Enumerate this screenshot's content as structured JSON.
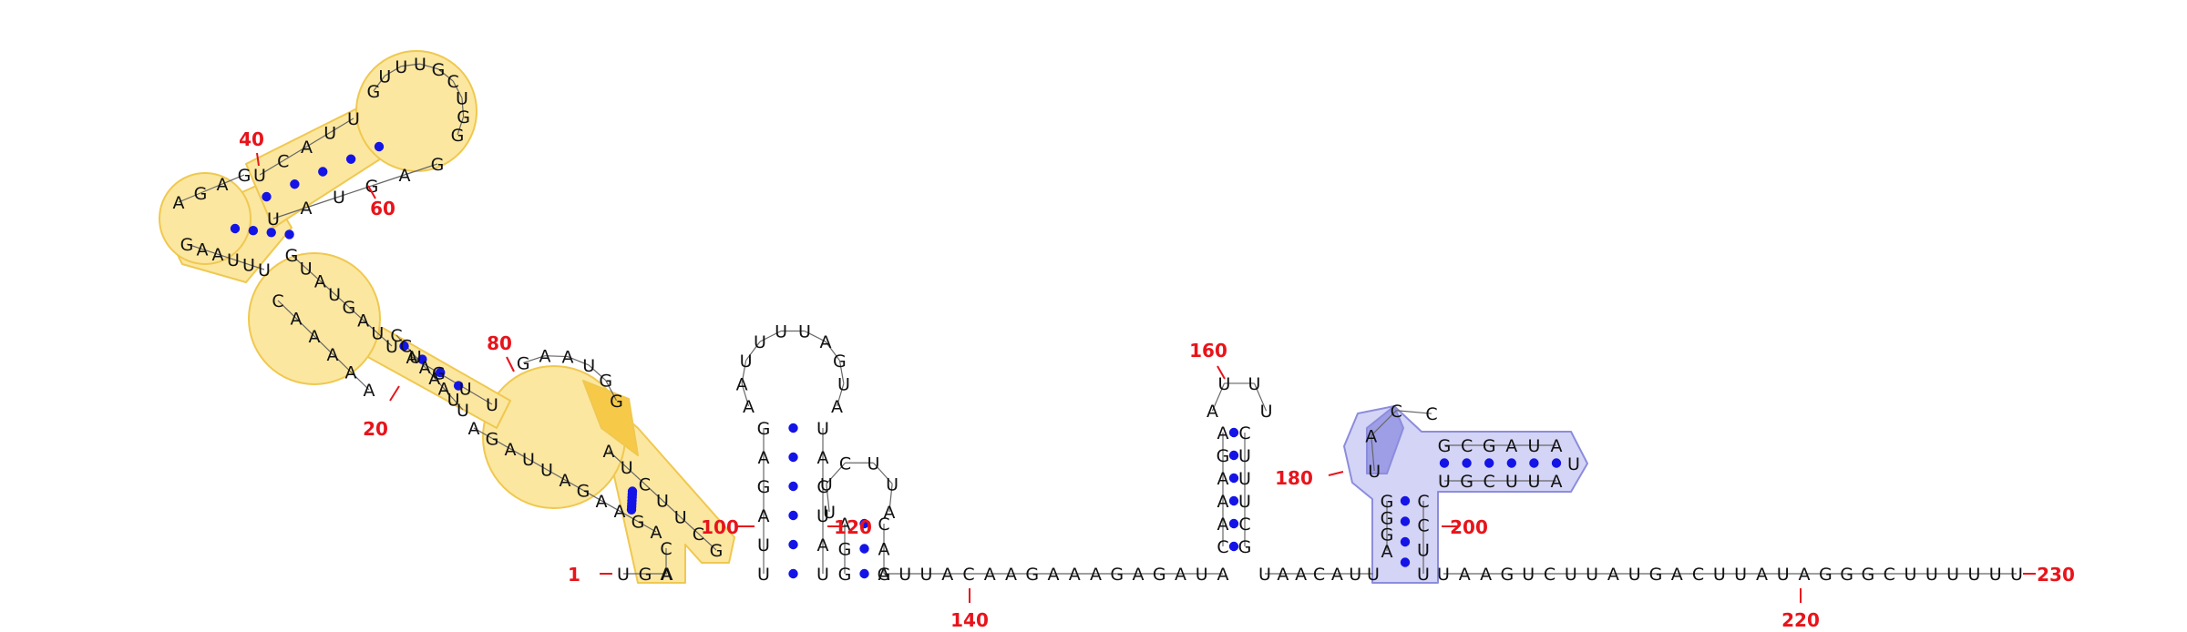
{
  "colors": {
    "highlight_yellow": "#fbe7a0",
    "highlight_yellow_stroke": "#f0c850",
    "highlight_yellow_strong": "#f7c948",
    "highlight_blue": "#d4d4f6",
    "highlight_blue_stroke": "#8c8cdd",
    "highlight_blue_strong": "#9e9ee6",
    "base_pair": "#1414e6",
    "position_label": "#e8141b",
    "nucleotide": "#111111",
    "backbone": "#666666"
  },
  "position_labels": [
    "1",
    "20",
    "40",
    "60",
    "80",
    "100",
    "120",
    "140",
    "160",
    "180",
    "200",
    "220",
    "230"
  ],
  "sequence": {
    "tail_start": "UGA",
    "domain1_left_a": "UUAAAUCC",
    "domain1_left_b": "AAAAAC",
    "domain1_left_c": "UUUAAG",
    "domain1_left_d": "AGAG",
    "domain1_hairpin_5p": "UCAUU",
    "domain1_loop": "GUUUGCUGG",
    "domain1_hairpin_3p": "GAGUAU",
    "domain1_mid": "GUAUGAUU",
    "domain1_stem2_5p": "AGUU",
    "domain1_loop2": "GAAUGG",
    "domain1_stem3_5p": "AUCUUCG",
    "domain1_loop3_bottom": "AGAAGAUUAGA",
    "domain1_stem_bottom": "CA",
    "hp1_stem_5p": "UUAGAG",
    "hp1_loop": "AAUUUUAGUA",
    "hp1_stem_3p": "UACUAU",
    "hp2_stem_5p": "GGA",
    "hp2_loop": "UUCUUA",
    "hp2_stem_3p": "CAA",
    "linker": "GUUACAAGAAAGAGAUA",
    "hp3_stem_5p": "CAAAGA",
    "hp3_loop": "AUUU",
    "hp3_stem_3p": "CUUUCG",
    "spacer": "UAACAUU",
    "pk_stem_5p": "AGGG",
    "pk_loop": "UACC",
    "pk_helix_top": "GCGAUA",
    "pk_helix_bottom": "UGCUUA",
    "pk_turn": "U",
    "pk_stem_3p": "CCUU",
    "tail_end": "UAAGUCUUAUGACUUAUAGGGCUUUUUU"
  }
}
